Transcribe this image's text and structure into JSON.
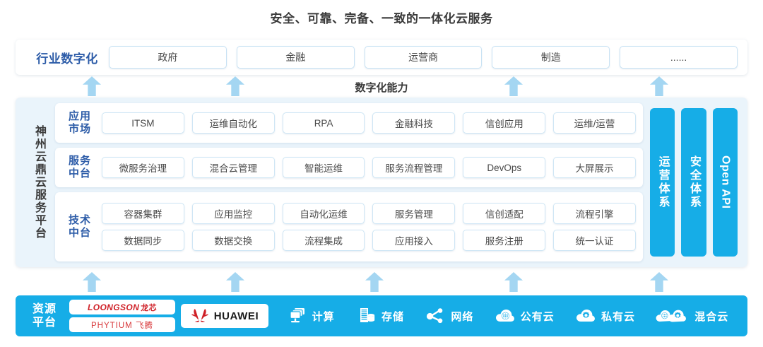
{
  "title": "安全、可靠、完备、一致的一体化云服务",
  "industry": {
    "label": "行业数字化",
    "items": [
      {
        "label": "政府"
      },
      {
        "label": "金融"
      },
      {
        "label": "运营商"
      },
      {
        "label": "制造"
      },
      {
        "label": "......"
      }
    ]
  },
  "capability_label": "数字化能力",
  "platform": {
    "side_label": "神州云鼎云服务平台",
    "layers": [
      {
        "label": "应用市场",
        "label_lines": [
          "应用",
          "市场"
        ],
        "rows": [
          [
            "ITSM",
            "运维自动化",
            "RPA",
            "金融科技",
            "信创应用",
            "运维/运营"
          ]
        ]
      },
      {
        "label": "服务中台",
        "label_lines": [
          "服务",
          "中台"
        ],
        "rows": [
          [
            "微服务治理",
            "混合云管理",
            "智能运维",
            "服务流程管理",
            "DevOps",
            "大屏展示"
          ]
        ]
      },
      {
        "label": "技术中台",
        "label_lines": [
          "技术",
          "中台"
        ],
        "rows": [
          [
            "容器集群",
            "应用监控",
            "自动化运维",
            "服务管理",
            "信创适配",
            "流程引擎"
          ],
          [
            "数据同步",
            "数据交换",
            "流程集成",
            "应用接入",
            "服务注册",
            "统一认证"
          ]
        ]
      }
    ],
    "pillars": [
      {
        "label": "运营体系",
        "script": "cjk"
      },
      {
        "label": "安全体系",
        "script": "cjk"
      },
      {
        "label": "Open API",
        "script": "latin"
      }
    ]
  },
  "resource": {
    "label_lines": [
      "资源",
      "平台"
    ],
    "logos": [
      {
        "name": "LOONGSON",
        "cjk": "龙芯"
      },
      {
        "name": "PHYTIUM",
        "cjk": "飞腾"
      }
    ],
    "huawei": {
      "text": "HUAWEI"
    },
    "items": [
      {
        "icon": "compute-icon",
        "label": "计算"
      },
      {
        "icon": "storage-icon",
        "label": "存储"
      },
      {
        "icon": "network-icon",
        "label": "网络"
      },
      {
        "icon": "public-cloud-icon",
        "label": "公有云"
      },
      {
        "icon": "private-cloud-icon",
        "label": "私有云"
      },
      {
        "icon": "hybrid-cloud-icon",
        "label": "混合云"
      }
    ]
  },
  "colors": {
    "brand_blue": "#16ade7",
    "arrow_blue": "#a4d6f2",
    "label_navy": "#2d5ca8",
    "panel_bg": "#eaf4fb",
    "logo_red": "#cf1f26"
  },
  "arrows": {
    "top_row_x": [
      130,
      333,
      727,
      933
    ],
    "bottom_row_x": [
      130,
      333,
      530,
      727,
      933
    ]
  }
}
